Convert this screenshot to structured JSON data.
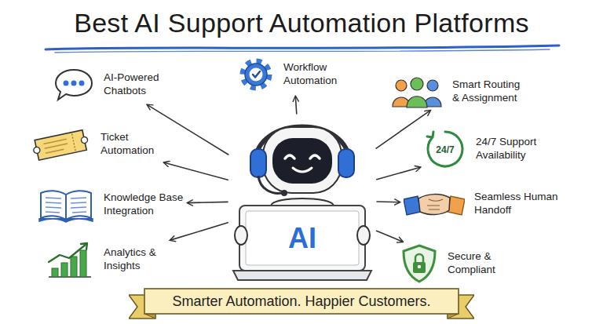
{
  "diagram": {
    "title": "Best AI Support Automation Platforms",
    "nodes": [
      {
        "text": [
          "AI-Powered Chatbots"
        ]
      },
      {
        "text": [
          "Workflow Automation"
        ]
      },
      {
        "text": [
          "Smart Routing & Assignment"
        ]
      },
      {
        "text": [
          "Ticket Automation"
        ]
      },
      {
        "text": [
          "24/7 Support Availability"
        ]
      },
      {
        "text": [
          "Knowledge Base Integration"
        ]
      },
      {
        "text": [
          "AI"
        ]
      },
      {
        "text": [
          "Seamless Human Handoff"
        ]
      },
      {
        "text": [
          "Analytics & Insights"
        ]
      },
      {
        "text": [
          "Secure & Compliant"
        ]
      },
      {
        "text": [
          "Smarter Automation. Happier Customers."
        ]
      }
    ],
    "edges": [
      {
        "from": 6,
        "to": 0,
        "arrow": "to"
      },
      {
        "from": 6,
        "to": 1,
        "arrow": "to"
      },
      {
        "from": 6,
        "to": 2,
        "arrow": "to"
      },
      {
        "from": 6,
        "to": 3,
        "arrow": "to"
      },
      {
        "from": 6,
        "to": 4,
        "arrow": "to"
      },
      {
        "from": 6,
        "to": 5,
        "arrow": "to"
      },
      {
        "from": 6,
        "to": 7,
        "arrow": "to"
      },
      {
        "from": 6,
        "to": 8,
        "arrow": "to"
      },
      {
        "from": 6,
        "to": 9,
        "arrow": "to"
      }
    ],
    "labels": [
      "24/7"
    ]
  }
}
